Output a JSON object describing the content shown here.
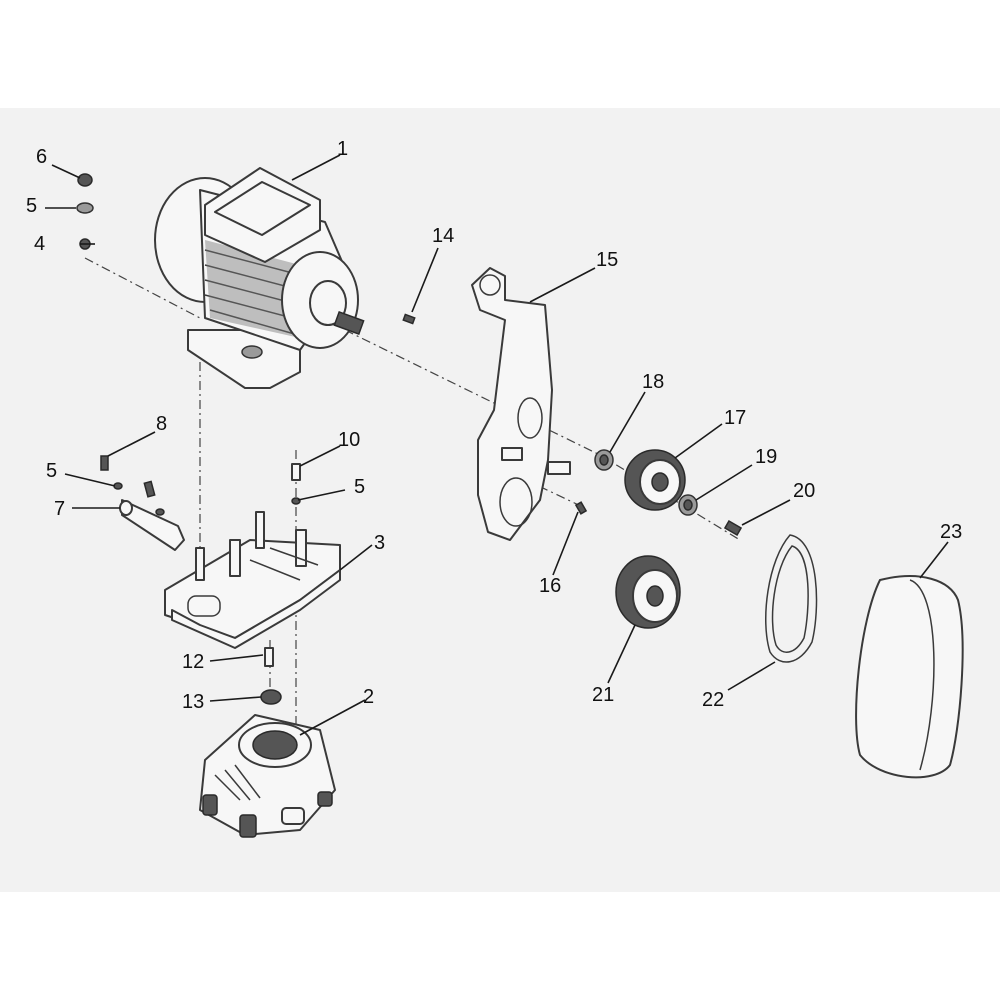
{
  "diagram": {
    "background_color": "#f2f2f2",
    "labels": {
      "p1": "1",
      "p2": "2",
      "p3": "3",
      "p4": "4",
      "p5a": "5",
      "p5b": "5",
      "p5c": "5",
      "p6": "6",
      "p7": "7",
      "p8": "8",
      "p10": "10",
      "p12": "12",
      "p13": "13",
      "p14": "14",
      "p15": "15",
      "p16": "16",
      "p17": "17",
      "p18": "18",
      "p19": "19",
      "p20": "20",
      "p21": "21",
      "p22": "22",
      "p23": "23"
    }
  }
}
